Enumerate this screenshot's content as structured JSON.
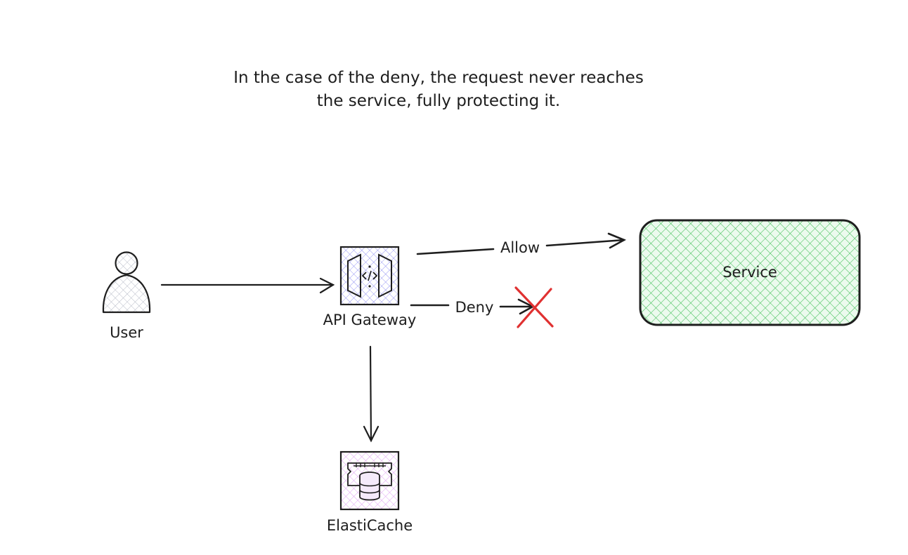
{
  "annotation": {
    "line1": "In the case of the deny, the request never reaches",
    "line2": "the service, fully protecting it."
  },
  "nodes": {
    "user": {
      "label": "User",
      "icon": "user-icon"
    },
    "gateway": {
      "label": "API Gateway",
      "icon": "api-gateway-icon"
    },
    "service": {
      "label": "Service"
    },
    "cache": {
      "label": "ElastiCache",
      "icon": "elasticache-icon"
    }
  },
  "edges": {
    "allow": {
      "label": "Allow"
    },
    "deny": {
      "label": "Deny"
    }
  },
  "colors": {
    "stroke": "#1e1e1e",
    "service_fill": "#b2f2bb",
    "service_hatch": "#40c057",
    "gateway_hatch": "#7b7bf0",
    "cache_hatch": "#d88ef5",
    "user_hatch": "#b8bcc8",
    "deny_cross": "#e03131"
  }
}
